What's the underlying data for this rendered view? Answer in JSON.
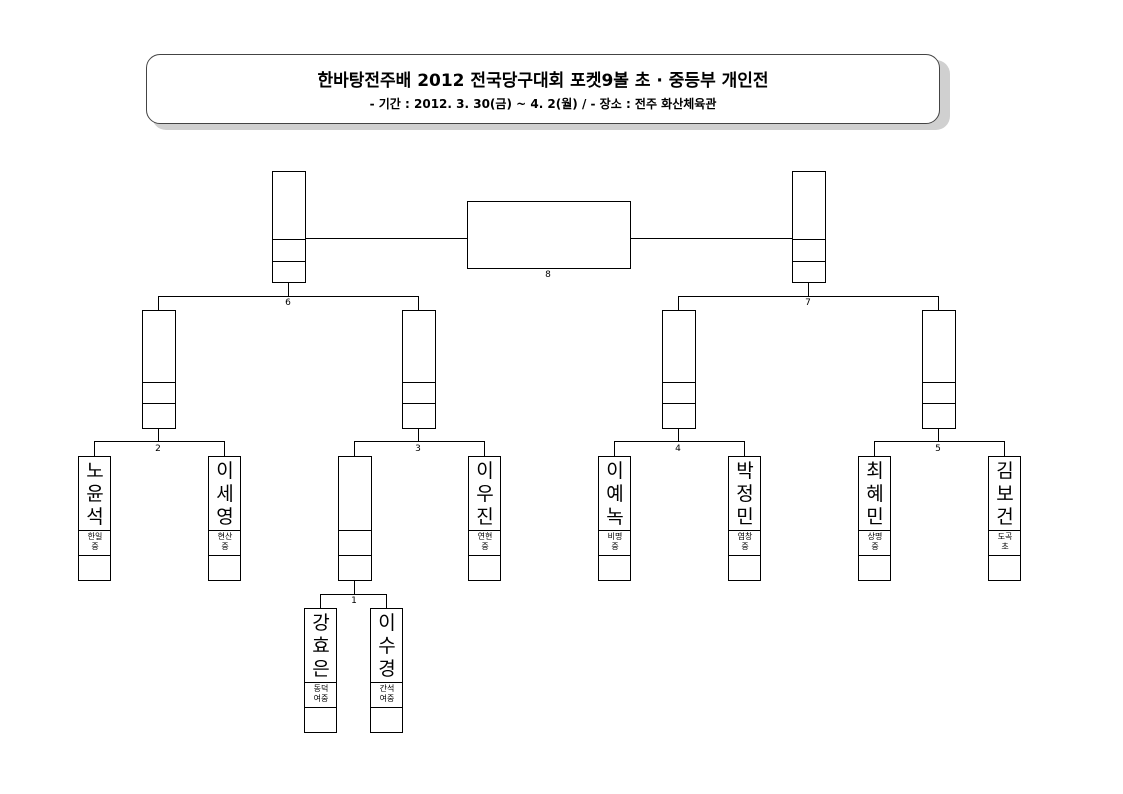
{
  "header": {
    "title": "한바탕전주배 2012 전국당구대회 포켓9볼 초 · 중등부 개인전",
    "subtitle": "- 기간 : 2012. 3. 30(금) ~ 4. 2(월)  /  - 장소 : 전주 화산체육관"
  },
  "players": [
    {
      "name": "노윤석",
      "school": "한일중"
    },
    {
      "name": "이세영",
      "school": "현산중"
    },
    {
      "name": "강효은",
      "school": "동덕여중"
    },
    {
      "name": "이수경",
      "school": "간석여중"
    },
    {
      "name": "이우진",
      "school": "연현중"
    },
    {
      "name": "이예녹",
      "school": "비명중"
    },
    {
      "name": "박정민",
      "school": "염창중"
    },
    {
      "name": "최혜민",
      "school": "상명중"
    },
    {
      "name": "김보건",
      "school": "도곡초"
    }
  ],
  "matches": [
    "1",
    "2",
    "3",
    "4",
    "5",
    "6",
    "7",
    "8"
  ]
}
